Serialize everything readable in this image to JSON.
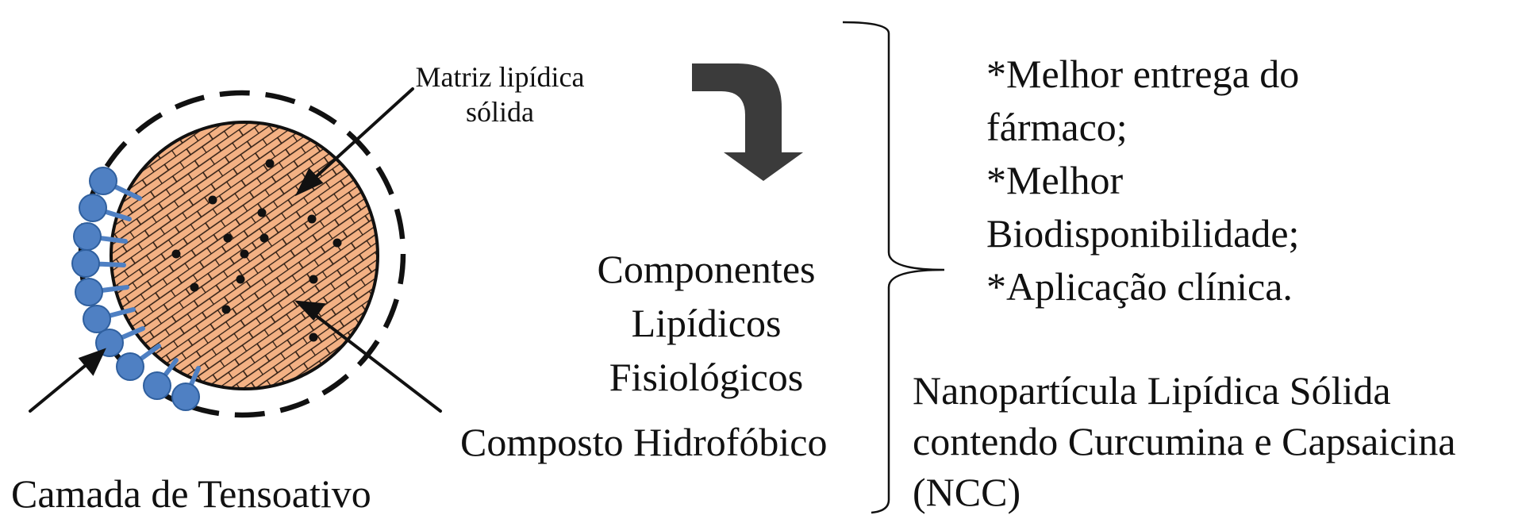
{
  "colors": {
    "matrix_fill": "#f3b184",
    "surfactant": "#4f80c3",
    "surfactant_edge": "#2f5f9e",
    "arrow": "#3b3b3b",
    "ink": "#111111"
  },
  "icons": {
    "process_arrow": "curved-down-arrow-icon",
    "bracket": "curly-brace-icon"
  },
  "labels": {
    "matrix_line1": "Matriz lipídica",
    "matrix_line2": "sólida",
    "components_line1": "Componentes",
    "components_line2": "Lipídicos",
    "components_line3": "Fisiológicos",
    "hydrophobic": "Composto Hidrofóbico",
    "surfactant": "Camada de Tensoativo"
  },
  "benefits": [
    "*Melhor entrega do",
    "fármaco;",
    "*Melhor",
    "Biodisponibilidade;",
    "*Aplicação clínica."
  ],
  "ncc": [
    "Nanopartícula Lipídica Sólida",
    "contendo Curcumina e Capsaicina",
    "(NCC)"
  ]
}
